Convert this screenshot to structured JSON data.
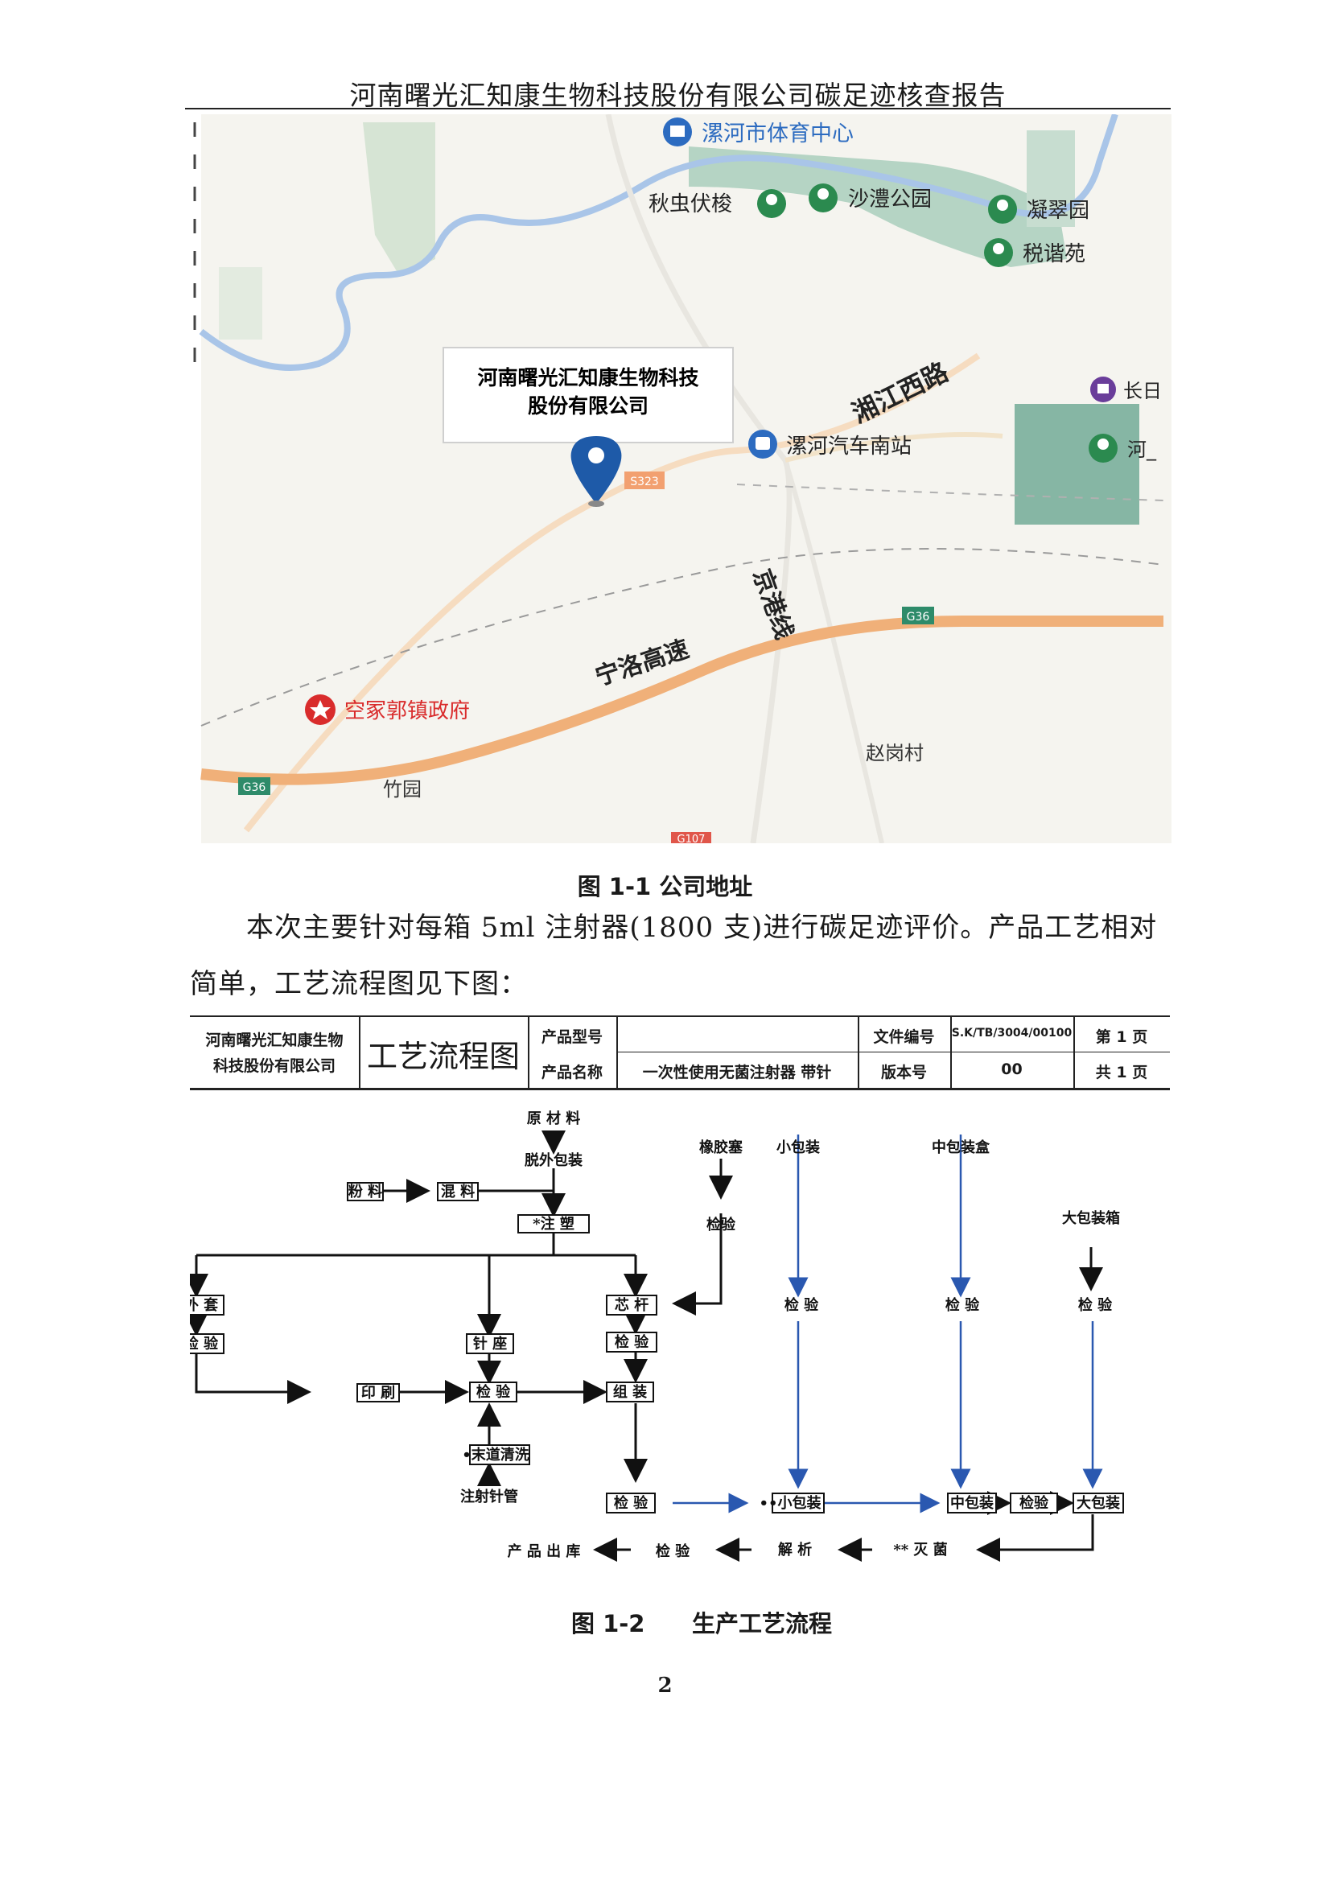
{
  "header": {
    "title": "河南曙光汇知康生物科技股份有限公司碳足迹核查报告"
  },
  "map": {
    "labels": {
      "sports": "漯河市体育中心",
      "qiuchong": "秋虫伏梭",
      "shali": "沙澧公园",
      "ningcui": "凝翠园",
      "shuixie": "税谐苑",
      "company_l1": "河南曙光汇知康生物科技",
      "company_l2": "股份有限公司",
      "xiangjiang": "湘江西路",
      "changyi": "长日",
      "bus": "漯河汽车南站",
      "he": "河_",
      "s323": "S323",
      "jinggang": "京港线",
      "g36a": "G36",
      "g36b": "G36",
      "ningluo": "宁洛高速",
      "kongzhong": "空冢郭镇政府",
      "zhaogang": "赵岗村",
      "zhuyuan": "竹园",
      "g107": "G107"
    }
  },
  "fig1_caption": "图 1-1 公司地址",
  "paragraph": {
    "line1": "本次主要针对每箱 5ml 注射器(1800 支)进行碳足迹评价。产品工艺相对",
    "line2": "简单，工艺流程图见下图："
  },
  "table": {
    "company_l1": "河南曙光汇知康生物",
    "company_l2": "科技股份有限公司",
    "title": "工艺流程图",
    "model_label": "产品型号",
    "name_label": "产品名称",
    "name_value": "一次性使用无菌注射器 带针",
    "doc_label": "文件编号",
    "doc_value": "S.K/TB/3004/00100",
    "ver_label": "版本号",
    "ver_value": "00",
    "page_label": "第 1 页",
    "total_label": "共 1 页"
  },
  "flow": {
    "raw": "原 材 料",
    "unpack": "脱外包装",
    "powder": "粉 料",
    "mix": "混 料",
    "inject": "*注  塑",
    "rubber": "橡胶塞",
    "small_pack": "小包装",
    "mid_box": "中包装盒",
    "big_box": "大包装箱",
    "insp_rubber": "检验",
    "barrel": "外 套",
    "core": "芯 杆",
    "insp_sp": "检 验",
    "insp_mb": "检 验",
    "insp_bb": "检 验",
    "insp_barrel": "检 验",
    "hub": "针 座",
    "insp_core": "检 验",
    "print": "印 刷",
    "insp_mid": "检 验",
    "assemble": "组 装",
    "clean": "•末道清洗",
    "needle": "注射针管",
    "insp_final": "检 验",
    "small_pk": "••小包装",
    "mid_pk": "中包装",
    "insp_pk": "检验",
    "big_pk": "大包装",
    "out": "产 品 出 库",
    "insp_out": "检 验",
    "analyze": "解 析",
    "steril": "** 灭 菌"
  },
  "fig2_caption": {
    "num": "图 1-2",
    "text": "生产工艺流程"
  },
  "page_number": "2"
}
